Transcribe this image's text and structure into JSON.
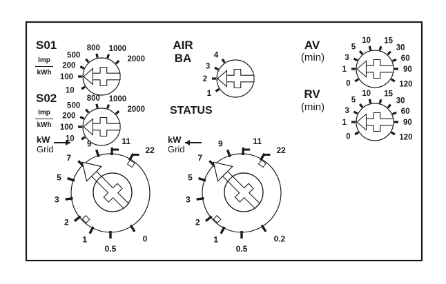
{
  "colors": {
    "ink": "#1a1a1a",
    "background": "#ffffff"
  },
  "labels": {
    "s01": "S01",
    "s02": "S02",
    "imp": "Imp",
    "kwh": "kWh",
    "air": "AIR",
    "ba": "BA",
    "status": "STATUS",
    "av": "AV",
    "rv": "RV",
    "min": "(min)",
    "kw": "kW",
    "grid": "Grid",
    "arrow_in_icon": "arrow-right-icon",
    "arrow_out_icon": "arrow-left-icon"
  },
  "dials": {
    "s01": {
      "ticks": [
        "10",
        "100",
        "200",
        "500",
        "800",
        "1000",
        "2000"
      ],
      "selected": "100"
    },
    "s02": {
      "ticks": [
        "10",
        "100",
        "200",
        "500",
        "800",
        "1000",
        "2000"
      ],
      "selected": "100"
    },
    "air_ba": {
      "ticks": [
        "1",
        "2",
        "3",
        "4"
      ],
      "selected": "2"
    },
    "av": {
      "ticks": [
        "0",
        "1",
        "3",
        "5",
        "10",
        "15",
        "30",
        "60",
        "90",
        "120"
      ],
      "selected": "1"
    },
    "rv": {
      "ticks": [
        "0",
        "1",
        "3",
        "5",
        "10",
        "15",
        "30",
        "60",
        "90",
        "120"
      ],
      "selected": "1"
    },
    "kw_grid_in": {
      "ticks": [
        "1",
        "2",
        "3",
        "5",
        "7",
        "9",
        "11",
        "22",
        "0",
        "0.5"
      ],
      "selected": "7"
    },
    "kw_grid_out": {
      "ticks": [
        "1",
        "2",
        "3",
        "5",
        "7",
        "9",
        "11",
        "22",
        "0.2",
        "0.5"
      ],
      "selected": "7"
    }
  }
}
